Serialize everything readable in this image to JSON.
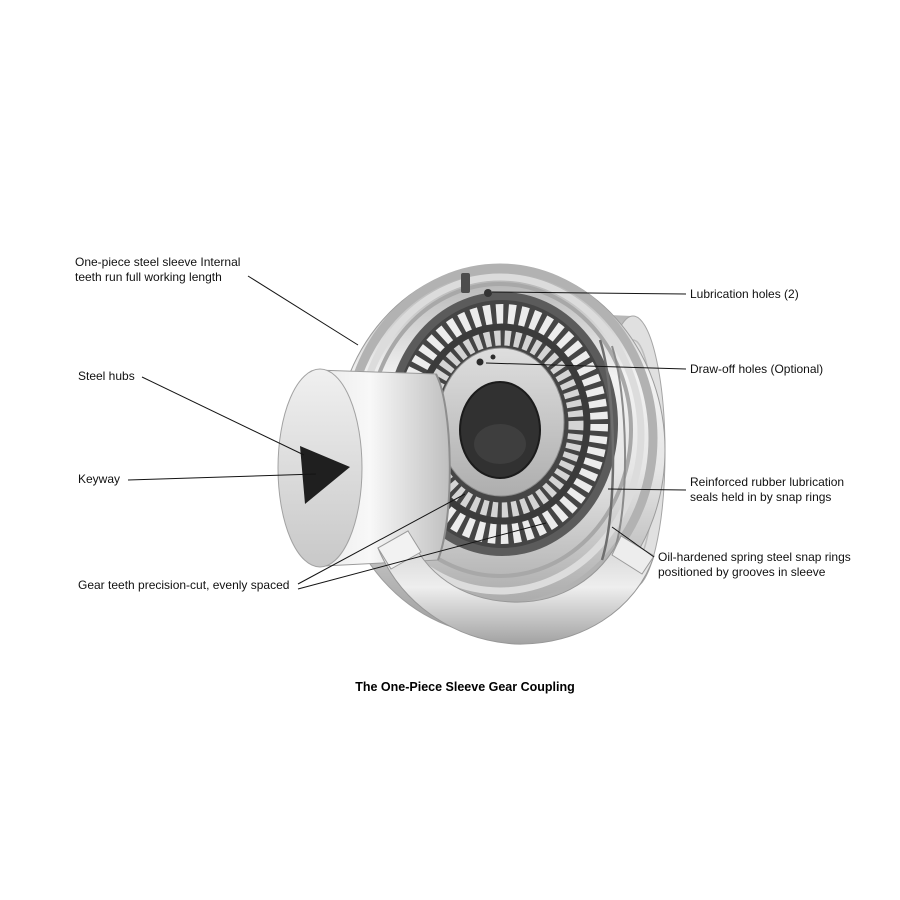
{
  "diagram": {
    "caption": "The One-Piece Sleeve Gear Coupling",
    "labels": {
      "sleeve": {
        "line1": "One-piece steel sleeve Internal",
        "line2": "teeth run full working length"
      },
      "steel_hubs": {
        "line1": "Steel hubs"
      },
      "keyway": {
        "line1": "Keyway"
      },
      "gear_teeth": {
        "line1": "Gear teeth precision-cut, evenly spaced"
      },
      "lubrication_holes": {
        "line1": "Lubrication holes (2)"
      },
      "draw_off_holes": {
        "line1": "Draw-off holes (Optional)"
      },
      "rubber_seals": {
        "line1": "Reinforced rubber lubrication",
        "line2": "seals held in by snap rings"
      },
      "snap_rings": {
        "line1": "Oil-hardened spring steel snap rings",
        "line2": "positioned by grooves in sleeve"
      }
    },
    "colors": {
      "line_color": "#141414",
      "dark_ring": "#454545",
      "metal_light": "#f2f2f2",
      "metal_dark": "#9e9e9e"
    }
  }
}
